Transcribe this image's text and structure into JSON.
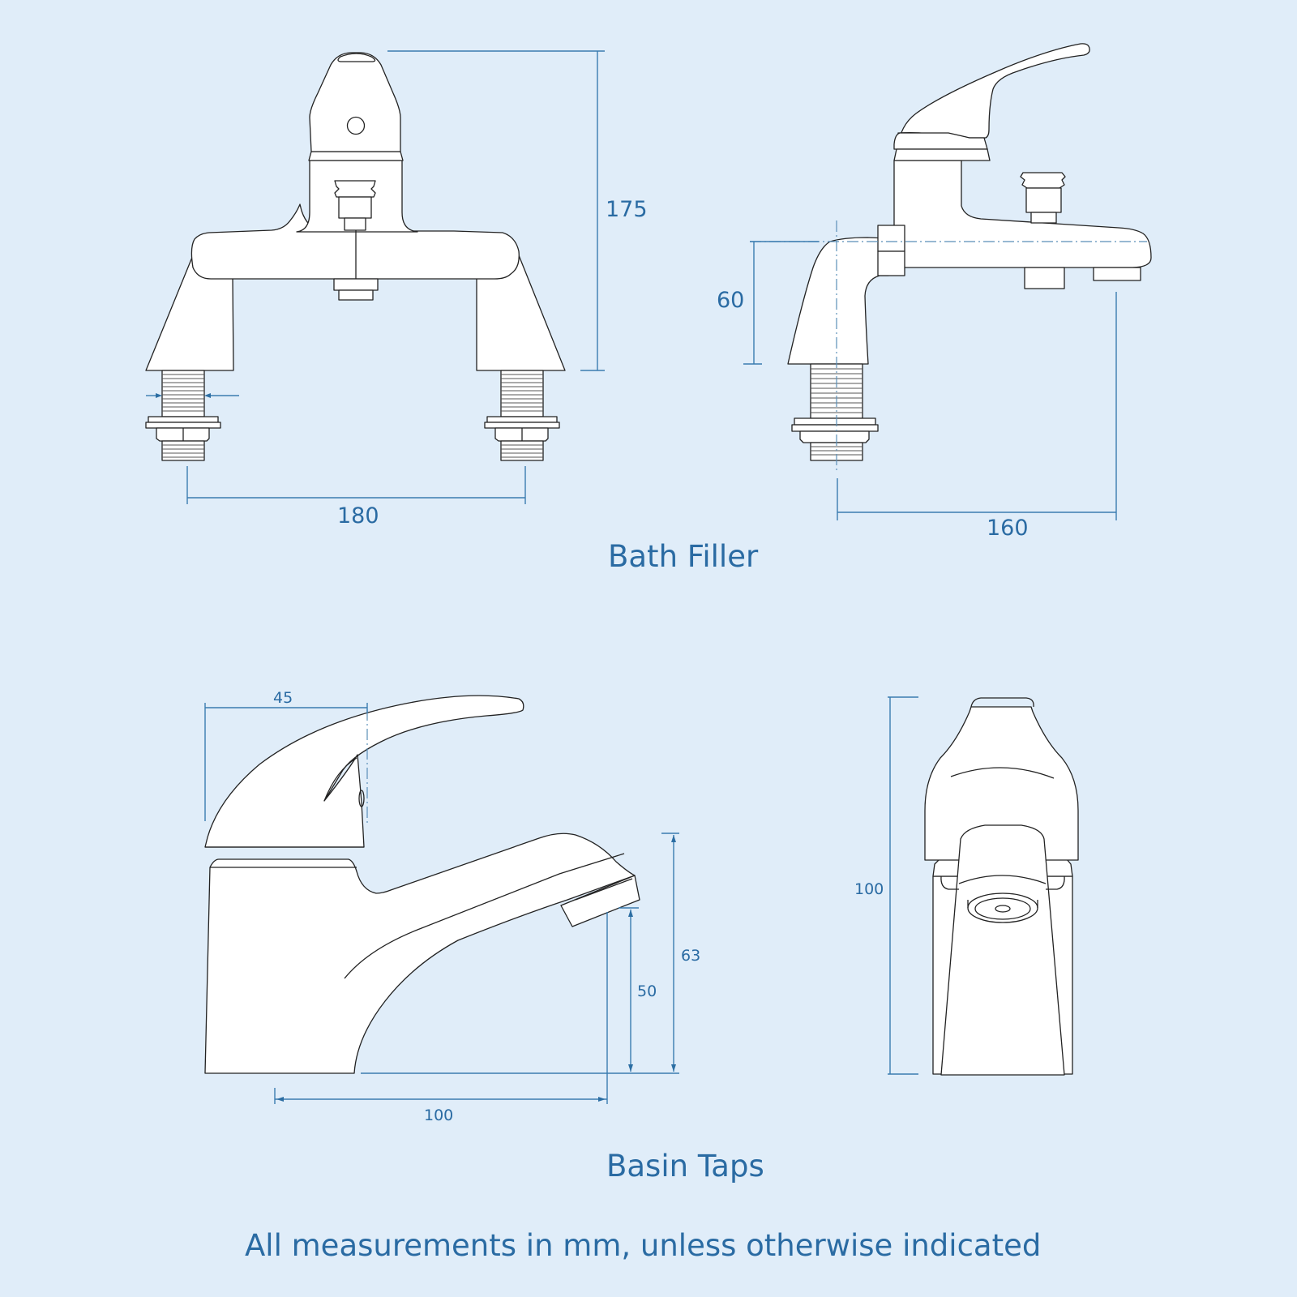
{
  "sections": {
    "bath_filler": {
      "title": "Bath Filler",
      "front_view": {
        "height_label": "175",
        "width_label": "180"
      },
      "side_view": {
        "height_label": "60",
        "depth_label": "160"
      }
    },
    "basin_taps": {
      "title": "Basin Taps",
      "side_view": {
        "lever_label": "45",
        "spout_height_label": "50",
        "overall_spout_label": "63",
        "reach_label": "100"
      },
      "front_view": {
        "height_label": "100"
      }
    }
  },
  "footnote": "All measurements in mm, unless otherwise indicated",
  "colors": {
    "background": "#e0edf9",
    "dimension_lines": "#3a7cb0",
    "text": "#2a6ba3",
    "outline": "#222222",
    "fill": "#ffffff"
  }
}
